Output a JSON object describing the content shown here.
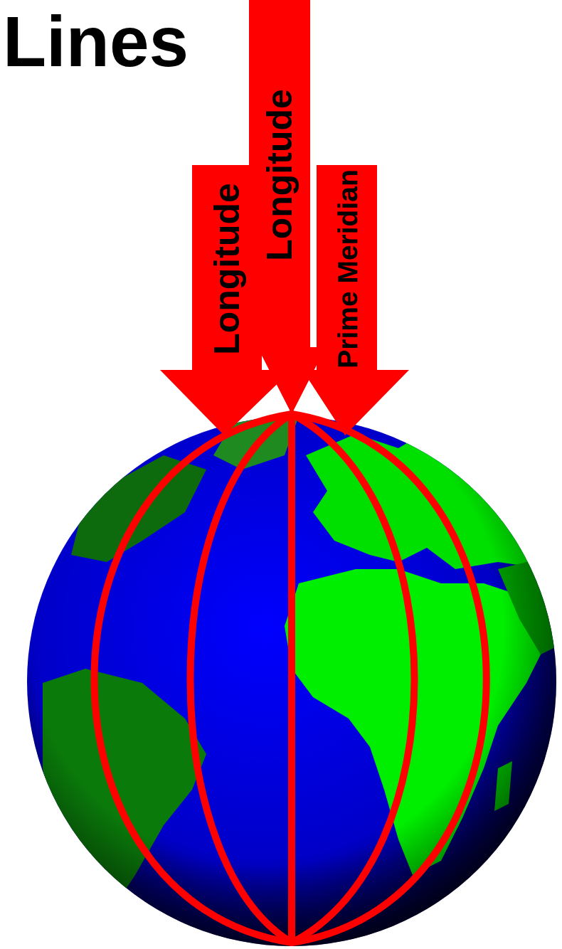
{
  "diagram": {
    "title": "Lines",
    "labels": [
      "Longitude",
      "Prime Meridian",
      "Longitude"
    ]
  }
}
